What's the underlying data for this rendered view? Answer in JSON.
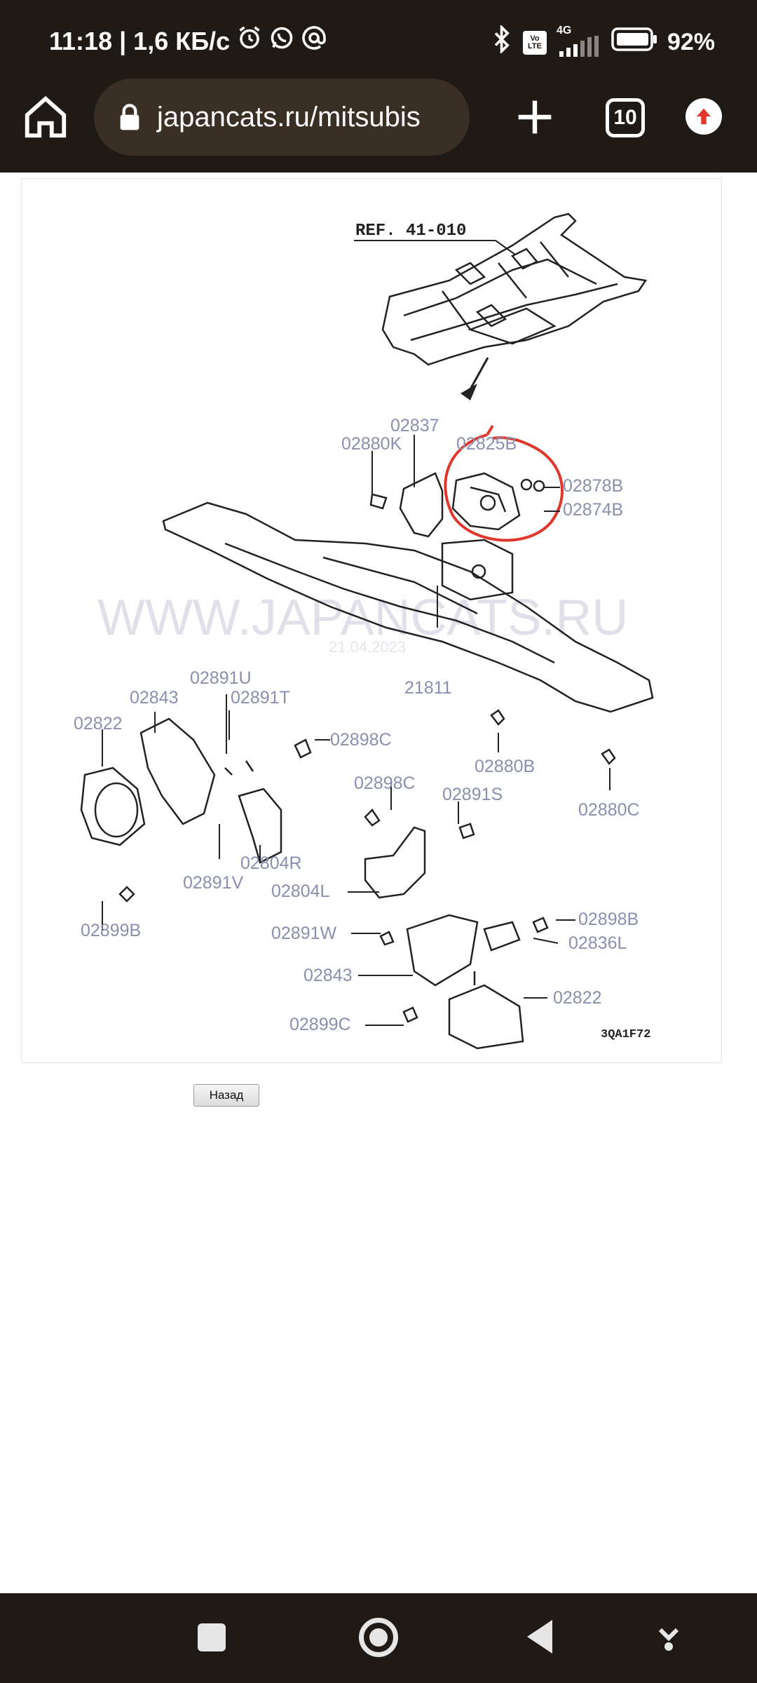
{
  "status_bar": {
    "time": "11:18",
    "separator": "|",
    "speed": "1,6 КБ/с",
    "network": "4G",
    "volte_label": "Vo LTE",
    "battery": "92%"
  },
  "browser": {
    "url": "japancats.ru/mitsubis",
    "tab_count": "10"
  },
  "diagram": {
    "ref_label": "REF. 41-010",
    "watermark": "WWW.JAPANCATS.RU",
    "date_watermark": "21.04.2023",
    "code": "3QA1F72",
    "highlight_color": "#e0362c",
    "labels": {
      "l02837": "02837",
      "l02880K": "02880K",
      "l02825B": "02825B",
      "l02878B": "02878B",
      "l02874B": "02874B",
      "l21811": "21811",
      "l02891U": "02891U",
      "l02843a": "02843",
      "l02891T": "02891T",
      "l02822a": "02822",
      "l02898Ca": "02898C",
      "l02880B": "02880B",
      "l02880C": "02880C",
      "l02898Cb": "02898C",
      "l02891S": "02891S",
      "l02804R": "02804R",
      "l02891V": "02891V",
      "l02804L": "02804L",
      "l02899B": "02899B",
      "l02891W": "02891W",
      "l02898B": "02898B",
      "l02836L": "02836L",
      "l02843b": "02843",
      "l02822b": "02822",
      "l02899C": "02899C"
    }
  },
  "page": {
    "back_button": "Назад"
  }
}
